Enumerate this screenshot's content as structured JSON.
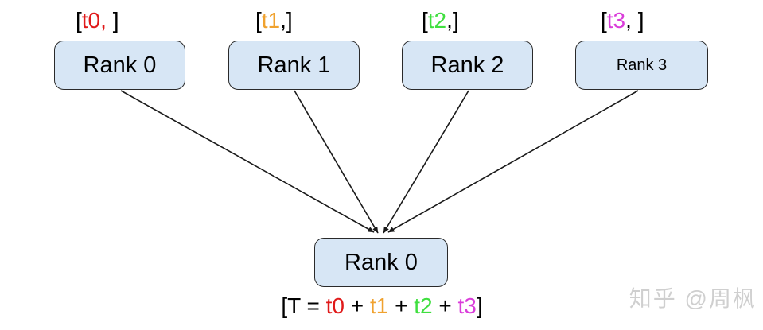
{
  "colors": {
    "box_fill": "#d7e6f5",
    "box_border": "#2a2a2a",
    "line": "#1a1a1a",
    "text": "#000000",
    "watermark": "#cfcfcf",
    "t0": "#e01a1a",
    "t1": "#f0a22f",
    "t2": "#3fdf3f",
    "t3": "#da3dda"
  },
  "nodes": {
    "top": [
      {
        "label": "Rank 0",
        "tensor": [
          {
            "text": "[",
            "color": "#000000"
          },
          {
            "text": "t0,",
            "color": "#e01a1a"
          },
          {
            "text": " ]",
            "color": "#000000"
          }
        ]
      },
      {
        "label": "Rank 1",
        "tensor": [
          {
            "text": "[",
            "color": "#000000"
          },
          {
            "text": "t1",
            "color": "#f0a22f"
          },
          {
            "text": ",]",
            "color": "#000000"
          }
        ]
      },
      {
        "label": "Rank 2",
        "tensor": [
          {
            "text": "[",
            "color": "#000000"
          },
          {
            "text": "t2",
            "color": "#3fdf3f"
          },
          {
            "text": ",]",
            "color": "#000000"
          }
        ]
      },
      {
        "label": "Rank 3",
        "tensor": [
          {
            "text": "[",
            "color": "#000000"
          },
          {
            "text": "t3",
            "color": "#da3dda"
          },
          {
            "text": ", ]",
            "color": "#000000"
          }
        ]
      }
    ],
    "bottom": {
      "label": "Rank 0"
    }
  },
  "formula": [
    {
      "text": "[T = ",
      "color": "#000000"
    },
    {
      "text": "t0",
      "color": "#e01a1a"
    },
    {
      "text": " + ",
      "color": "#000000"
    },
    {
      "text": "t1",
      "color": "#f0a22f"
    },
    {
      "text": " + ",
      "color": "#000000"
    },
    {
      "text": "t2",
      "color": "#3fdf3f"
    },
    {
      "text": " + ",
      "color": "#000000"
    },
    {
      "text": "t3",
      "color": "#da3dda"
    },
    {
      "text": "]",
      "color": "#000000"
    }
  ],
  "watermark": "知乎 @周枫"
}
